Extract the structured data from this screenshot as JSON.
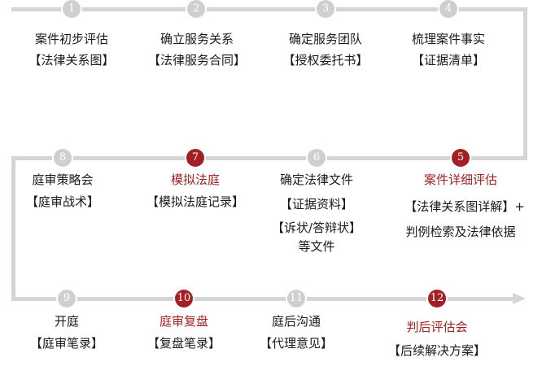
{
  "colors": {
    "line": "#d5d5d5",
    "active": "#a41f23",
    "inactive_circle": "#cfcfcf",
    "text": "#1a1a1a"
  },
  "steps": [
    {
      "num": "1",
      "title": "案件初步评估",
      "items": [
        "【法律关系图】"
      ],
      "highlight": false
    },
    {
      "num": "2",
      "title": "确立服务关系",
      "items": [
        "【法律服务合同】"
      ],
      "highlight": false
    },
    {
      "num": "3",
      "title": "确定服务团队",
      "items": [
        "【授权委托书】"
      ],
      "highlight": false
    },
    {
      "num": "4",
      "title": "梳理案件事实",
      "items": [
        "【证据清单】"
      ],
      "highlight": false
    },
    {
      "num": "5",
      "title": "案件详细评估",
      "items": [
        "【法律关系图详解】+",
        "判例检索及法律依据"
      ],
      "highlight": true
    },
    {
      "num": "6",
      "title": "确定法律文件",
      "items": [
        "【证据资料】",
        "【诉状/答辩状】",
        "等文件"
      ],
      "highlight": false
    },
    {
      "num": "7",
      "title": "模拟法庭",
      "items": [
        "【模拟法庭记录】"
      ],
      "highlight": true
    },
    {
      "num": "8",
      "title": "庭审策略会",
      "items": [
        "【庭审战术】"
      ],
      "highlight": false
    },
    {
      "num": "9",
      "title": "开庭",
      "items": [
        "【庭审笔录】"
      ],
      "highlight": false
    },
    {
      "num": "10",
      "title": "庭审复盘",
      "items": [
        "【复盘笔录】"
      ],
      "highlight": true
    },
    {
      "num": "11",
      "title": "庭后沟通",
      "items": [
        "【代理意见】"
      ],
      "highlight": false
    },
    {
      "num": "12",
      "title": "判后评估会",
      "items": [
        "【后续解决方案】"
      ],
      "highlight": true
    }
  ]
}
